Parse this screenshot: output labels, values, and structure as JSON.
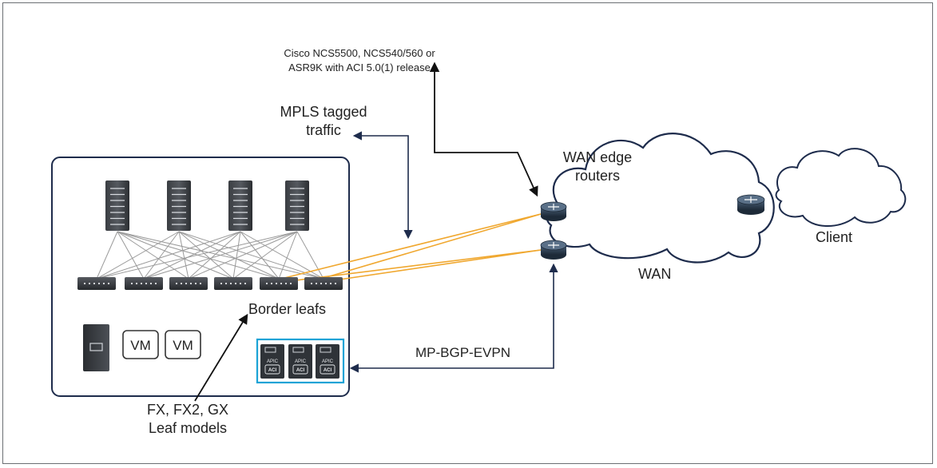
{
  "labels": {
    "router_model_line1": "Cisco NCS5500, NCS540/560 or",
    "router_model_line2": "ASR9K with ACI 5.0(1) release",
    "mpls_line1": "MPLS tagged",
    "mpls_line2": "traffic",
    "wan_edge_line1": "WAN edge",
    "wan_edge_line2": "routers",
    "wan": "WAN",
    "client": "Client",
    "border_leafs": "Border leafs",
    "mp_bgp_evpn": "MP-BGP-EVPN",
    "leaf_models_line1": "FX, FX2, GX",
    "leaf_models_line2": "Leaf models",
    "vm1": "VM",
    "vm2": "VM",
    "apic": "APIC",
    "aci": "ACI"
  },
  "colors": {
    "dark_navy": "#1e2c4c",
    "link_orange": "#f0a830",
    "apic_frame_cyan": "#1aa3d6",
    "fabric_gray": "#9a9a9a",
    "frame_gray": "#6b6f73"
  },
  "icons": [
    "spine-switch-icon",
    "leaf-switch-icon",
    "router-icon",
    "cloud-icon",
    "server-icon",
    "vm-icon",
    "apic-controller-icon"
  ]
}
